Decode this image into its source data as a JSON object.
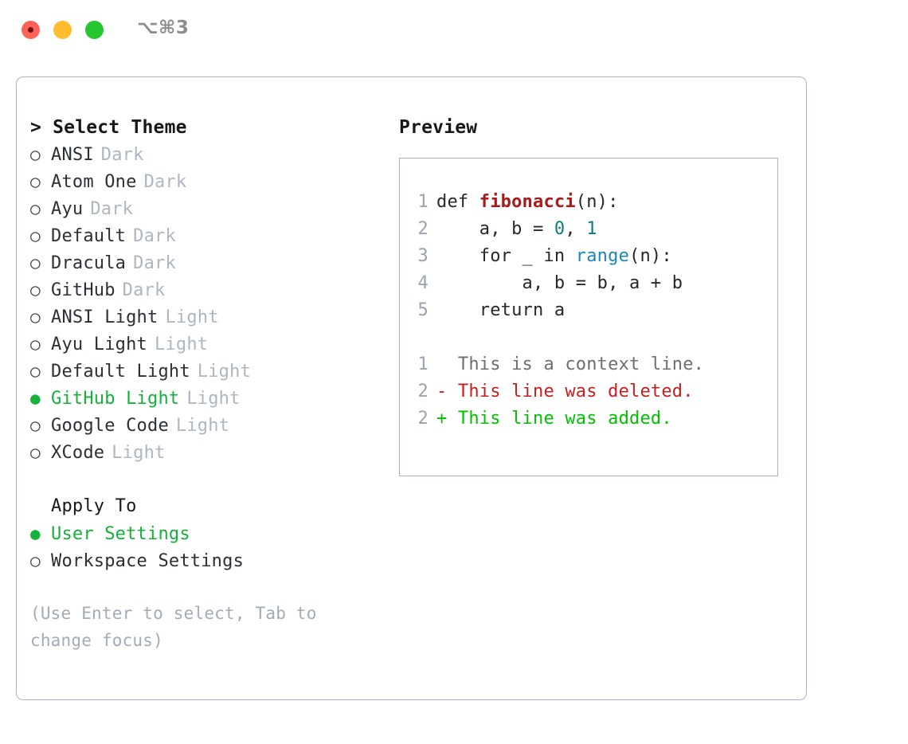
{
  "titlebar": {
    "shortcut": "⌥⌘3",
    "traffic_lights": [
      "close-red",
      "minimize-yellow",
      "zoom-green"
    ],
    "colors": {
      "red": "#ff6259",
      "yellow": "#ffbd2e",
      "green": "#25c62f"
    }
  },
  "theme_list": {
    "header": "> Select Theme",
    "selected_bullet": "●",
    "unselected_bullet": "○",
    "items": [
      {
        "bullet": "○",
        "name": "ANSI",
        "kind": "Dark",
        "selected": false
      },
      {
        "bullet": "○",
        "name": "Atom One",
        "kind": "Dark",
        "selected": false
      },
      {
        "bullet": "○",
        "name": "Ayu",
        "kind": "Dark",
        "selected": false
      },
      {
        "bullet": "○",
        "name": "Default",
        "kind": "Dark",
        "selected": false
      },
      {
        "bullet": "○",
        "name": "Dracula",
        "kind": "Dark",
        "selected": false
      },
      {
        "bullet": "○",
        "name": "GitHub",
        "kind": "Dark",
        "selected": false
      },
      {
        "bullet": "○",
        "name": "ANSI Light",
        "kind": "Light",
        "selected": false
      },
      {
        "bullet": "○",
        "name": "Ayu Light",
        "kind": "Light",
        "selected": false
      },
      {
        "bullet": "○",
        "name": "Default Light",
        "kind": "Light",
        "selected": false
      },
      {
        "bullet": "●",
        "name": "GitHub Light",
        "kind": "Light",
        "selected": true
      },
      {
        "bullet": "○",
        "name": "Google Code",
        "kind": "Light",
        "selected": false
      },
      {
        "bullet": "○",
        "name": "XCode",
        "kind": "Light",
        "selected": false
      }
    ]
  },
  "apply_to": {
    "header": "Apply To",
    "items": [
      {
        "bullet": "●",
        "name": "User Settings",
        "selected": true
      },
      {
        "bullet": "○",
        "name": "Workspace Settings",
        "selected": false
      }
    ]
  },
  "hint": "(Use Enter to select, Tab to change focus)",
  "preview": {
    "title": "Preview",
    "code_lines": [
      {
        "no": "1",
        "parts": [
          {
            "t": "def ",
            "c": "plain"
          },
          {
            "t": "fibonacci",
            "c": "fn"
          },
          {
            "t": "(n):",
            "c": "plain"
          }
        ]
      },
      {
        "no": "2",
        "parts": [
          {
            "t": "    a, b = ",
            "c": "plain"
          },
          {
            "t": "0",
            "c": "num"
          },
          {
            "t": ", ",
            "c": "plain"
          },
          {
            "t": "1",
            "c": "num"
          }
        ]
      },
      {
        "no": "3",
        "parts": [
          {
            "t": "    for _ in ",
            "c": "plain"
          },
          {
            "t": "range",
            "c": "call"
          },
          {
            "t": "(n):",
            "c": "plain"
          }
        ]
      },
      {
        "no": "4",
        "parts": [
          {
            "t": "        a, b = b, a + b",
            "c": "plain"
          }
        ]
      },
      {
        "no": "5",
        "parts": [
          {
            "t": "    return a",
            "c": "plain"
          }
        ]
      }
    ],
    "diff_lines": [
      {
        "no": "1",
        "marker": " ",
        "text": "  This is a context line.",
        "kind": "context"
      },
      {
        "no": "2",
        "marker": "-",
        "text": "- This line was deleted.",
        "kind": "del"
      },
      {
        "no": "2",
        "marker": "+",
        "text": "+ This line was added.",
        "kind": "add"
      }
    ]
  },
  "colors": {
    "accent_green": "#14b139",
    "muted": "#aeb6c2",
    "border": "#aab4c4",
    "syntax_function": "#a81a1a",
    "syntax_number": "#0e7c7b",
    "syntax_call": "#1b86b8",
    "diff_add": "#00c000",
    "diff_del": "#c32020",
    "diff_context": "#6e6e6e"
  }
}
